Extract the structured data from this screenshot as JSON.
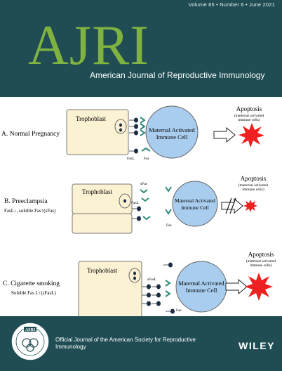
{
  "journal": {
    "meta": "Volume 85 • Number 6 • June 2021",
    "logo": "AJRI",
    "subtitle": "American Journal of Reproductive Immunology"
  },
  "figure": {
    "panels": [
      {
        "label": "A. Normal Pregnancy",
        "trophoblast": "Trophoblast",
        "immune_cell": [
          "Maternal Activated",
          "Immune Cell"
        ],
        "ligand_label": "FasL",
        "receptor_label": "Fas",
        "outcome_title": "Apoptosis",
        "outcome_sub": [
          "(maternal activated",
          "immune cells)"
        ]
      },
      {
        "label": "B. Preeclampsia",
        "sublabel": "FasL↓, soluble Fas↑(sFas)",
        "trophoblast": "Trophoblast",
        "immune_cell": [
          "Maternal Activated",
          "Immune Cell"
        ],
        "soluble_label": "sFas",
        "ligand_label": "FasL",
        "receptor_label": "Fas",
        "outcome_title": "Apoptosis",
        "outcome_sub": [
          "(maternal activated",
          "immune cells)"
        ]
      },
      {
        "label": "C. Cigarette smoking",
        "sublabel": "Soluble Fas L↑(sFasL)",
        "trophoblast": "Trophoblast",
        "immune_cell": [
          "Maternal Activated",
          "Immune Cell"
        ],
        "soluble_label": "sFasL",
        "receptor_label": "Fas",
        "outcome_title": "Apoptosis",
        "outcome_sub": [
          "(maternal activated",
          "immune cells)"
        ]
      }
    ]
  },
  "footer": {
    "seal_text": "ASRI",
    "official": "Official Journal of the American Society for Reproductive Immunology",
    "publisher": "WILEY"
  },
  "colors": {
    "header_bg": "#1f4d53",
    "logo": "#7fb241",
    "trophoblast_fill": "#fbf1d3",
    "immune_fill": "#a9cdee",
    "burst": "#ee2020",
    "receptor": "#2e8b7a",
    "ligand": "#1c2e44"
  }
}
